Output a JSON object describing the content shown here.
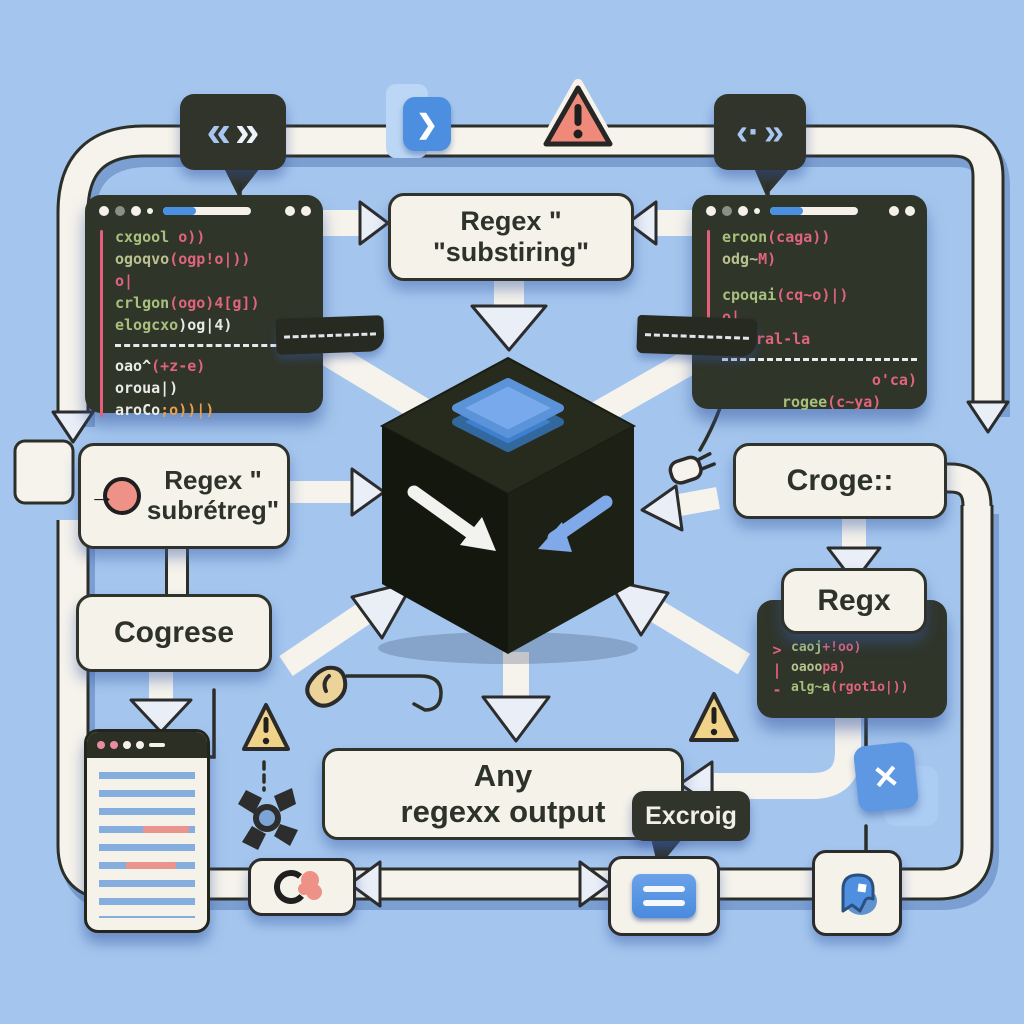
{
  "palette": {
    "background": "#a4c6ee",
    "pipe_white": "#f6f3ec",
    "outline_ink": "#2c2f28",
    "window_bg": "#30352a",
    "accent_blue": "#4a90e2",
    "light_blue": "#a9cbf2",
    "code_green": "#a9c07d",
    "code_olive": "#b9c18f",
    "code_pink": "#e0647c",
    "code_white": "#ebebe6",
    "code_orange": "#e8a04c",
    "warning_red": "#ef8a7a",
    "warning_yellow": "#f1d289",
    "badge_pink": "#ee9186",
    "box_bg": "#f5f2ea",
    "ink": "#2d332a"
  },
  "bubbles": {
    "left": {
      "a": "«",
      "b": "»"
    },
    "right": {
      "a": "‹·",
      "b": "»"
    }
  },
  "top_icons": {
    "terminal_glyph": "❯"
  },
  "top_box": {
    "l1": "Regex \"",
    "l2": "\"substiring\""
  },
  "left_box": {
    "arrow": "→",
    "l1": "Regex \"",
    "l2": "subrétreg\""
  },
  "labels": {
    "cogrese": "Cogrese",
    "croge": "Croge::",
    "regx": "Regx",
    "excroig": "Excroig"
  },
  "any_box": {
    "l1": "Any",
    "l2": "regexx output"
  },
  "lw": {
    "l1a": "cxgool",
    "l1b": " o))",
    "l2a": "ogoqvo",
    "l2b": "(ogp!o|))",
    "l3": "o|",
    "l4a": "crlgon",
    "l4b": "(ogo)4[g])",
    "l5a": "elogcxo",
    "l5b": ")og|4)",
    "l6a": "oao^",
    "l6b": "(+z-e)",
    "l7": "oroua|)",
    "l8a": "aroCo",
    "l8b": ";o))|)"
  },
  "rw": {
    "l1a": "eroon",
    "l1b": "(caga))",
    "l2a": "odg~",
    "l2b": "M)",
    "l4a": "cpoqai",
    "l4b": "(cq~o)|)",
    "l5": "o|",
    "l6": "ral-la",
    "l7": "o'ca)",
    "l8a": "rogee",
    "l8b": "(c~ya)"
  },
  "mw": {
    "g1": ">",
    "g2": "|",
    "g3": "-",
    "l1a": "caoj",
    "l1b": "+!oo)",
    "l2a": "oaoo",
    "l2b": "pa)",
    "l3a": "alg~a",
    "l3b": "(rgot1o|))"
  },
  "badges": {
    "x_glyph": "✕"
  }
}
